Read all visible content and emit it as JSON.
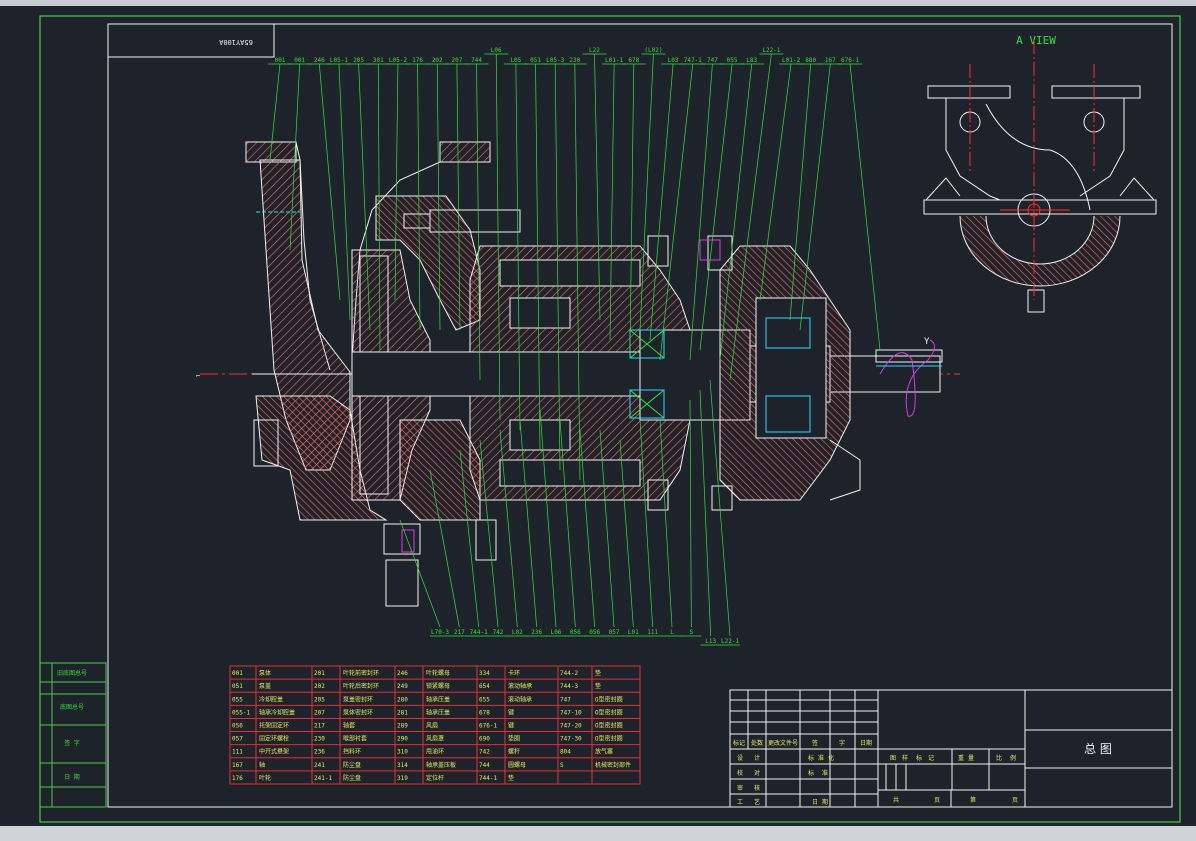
{
  "drawing": {
    "number_mirrored": "65AY100A",
    "view_label": "A  VIEW",
    "title": "总   图"
  },
  "callouts_top": [
    "001",
    "001",
    "246",
    "L05-1",
    "205",
    "301",
    "L05-2",
    "176",
    "202",
    "207",
    "744",
    "L06",
    "L05",
    "051",
    "L05-3",
    "230",
    "L22",
    "L01-1",
    "678",
    "(L02)",
    "L03",
    "747-1",
    "747",
    "055",
    "L83",
    "L22-1",
    "L01-2",
    "880",
    "167",
    "676-1"
  ],
  "callouts_bottom": [
    "L70-3",
    "217",
    "744-1",
    "742",
    "L02",
    "236",
    "L06",
    "056",
    "056",
    "057",
    "L01",
    "111",
    "L",
    "S",
    "L13",
    "L22-1"
  ],
  "side_labels": [
    "旧底图总号",
    "底图总号",
    "签    字",
    "日    期"
  ],
  "parts_table": {
    "rows": [
      [
        [
          "001",
          "泵体"
        ],
        [
          "201",
          "叶轮前密封环"
        ],
        [
          "246",
          "叶轮螺母"
        ],
        [
          "334",
          "卡环"
        ],
        [
          "744-2",
          "垫"
        ]
      ],
      [
        [
          "051",
          "泵盖"
        ],
        [
          "202",
          "叶轮后密封环"
        ],
        [
          "249",
          "锁紧螺母"
        ],
        [
          "654",
          "滚动轴承"
        ],
        [
          "744-3",
          "垫"
        ]
      ],
      [
        [
          "055",
          "冷却腔盖"
        ],
        [
          "205",
          "泵盖密封环"
        ],
        [
          "280",
          "轴承压盖"
        ],
        [
          "655",
          "滚动轴承"
        ],
        [
          "747",
          "O型密封圈"
        ]
      ],
      [
        [
          "055-1",
          "轴承冷却腔盖"
        ],
        [
          "207",
          "泵体密封环"
        ],
        [
          "281",
          "轴承压盖"
        ],
        [
          "678",
          "键"
        ],
        [
          "747-10",
          "O型密封圈"
        ]
      ],
      [
        [
          "056",
          "托架固定环"
        ],
        [
          "217",
          "轴套"
        ],
        [
          "289",
          "风扇"
        ],
        [
          "676-1",
          "键"
        ],
        [
          "747-20",
          "O型密封圈"
        ]
      ],
      [
        [
          "057",
          "固定环螺栓"
        ],
        [
          "230",
          "喉部衬套"
        ],
        [
          "290",
          "风扇罩"
        ],
        [
          "690",
          "垫圈"
        ],
        [
          "747-30",
          "O型密封圈"
        ]
      ],
      [
        [
          "111",
          "中开式悬架"
        ],
        [
          "236",
          "挡料环"
        ],
        [
          "310",
          "甩油环"
        ],
        [
          "742",
          "螺杆"
        ],
        [
          "804",
          "放气塞"
        ]
      ],
      [
        [
          "167",
          "轴"
        ],
        [
          "241",
          "防尘盘"
        ],
        [
          "314",
          "轴承盖压板"
        ],
        [
          "744",
          "圆螺母"
        ],
        [
          "S",
          "机械密封部件"
        ]
      ],
      [
        [
          "176",
          "叶轮"
        ],
        [
          "241-1",
          "防尘盘"
        ],
        [
          "319",
          "定位杆"
        ],
        [
          "744-1",
          "垫"
        ],
        [
          "",
          ""
        ]
      ]
    ]
  },
  "title_block": {
    "row_labels": [
      "标记",
      "处数",
      "更改文件号",
      "签",
      "字",
      "日期"
    ],
    "sign_rows": [
      [
        "设",
        "计",
        "标",
        "准",
        "化"
      ],
      [
        "校",
        "对",
        "标",
        "准"
      ],
      [
        "审",
        "核"
      ],
      [
        "工",
        "艺",
        "日",
        "期"
      ]
    ],
    "stage_headers": [
      "图",
      "样",
      "标",
      "记",
      "重",
      "量",
      "比",
      "例"
    ],
    "sheet_text": [
      "共",
      "页",
      "第",
      "页"
    ]
  },
  "colors": {
    "background": "#1e232b",
    "frame": "#4ec94e",
    "lines": "#f2f2f2",
    "hatch": "#ff6a5a",
    "callout": "#33e03c",
    "text": "#e8e85a",
    "table_border": "#e03030",
    "center_line": "#ff2a2a",
    "magenta": "#d638e0",
    "cyan": "#2ad6ff"
  }
}
